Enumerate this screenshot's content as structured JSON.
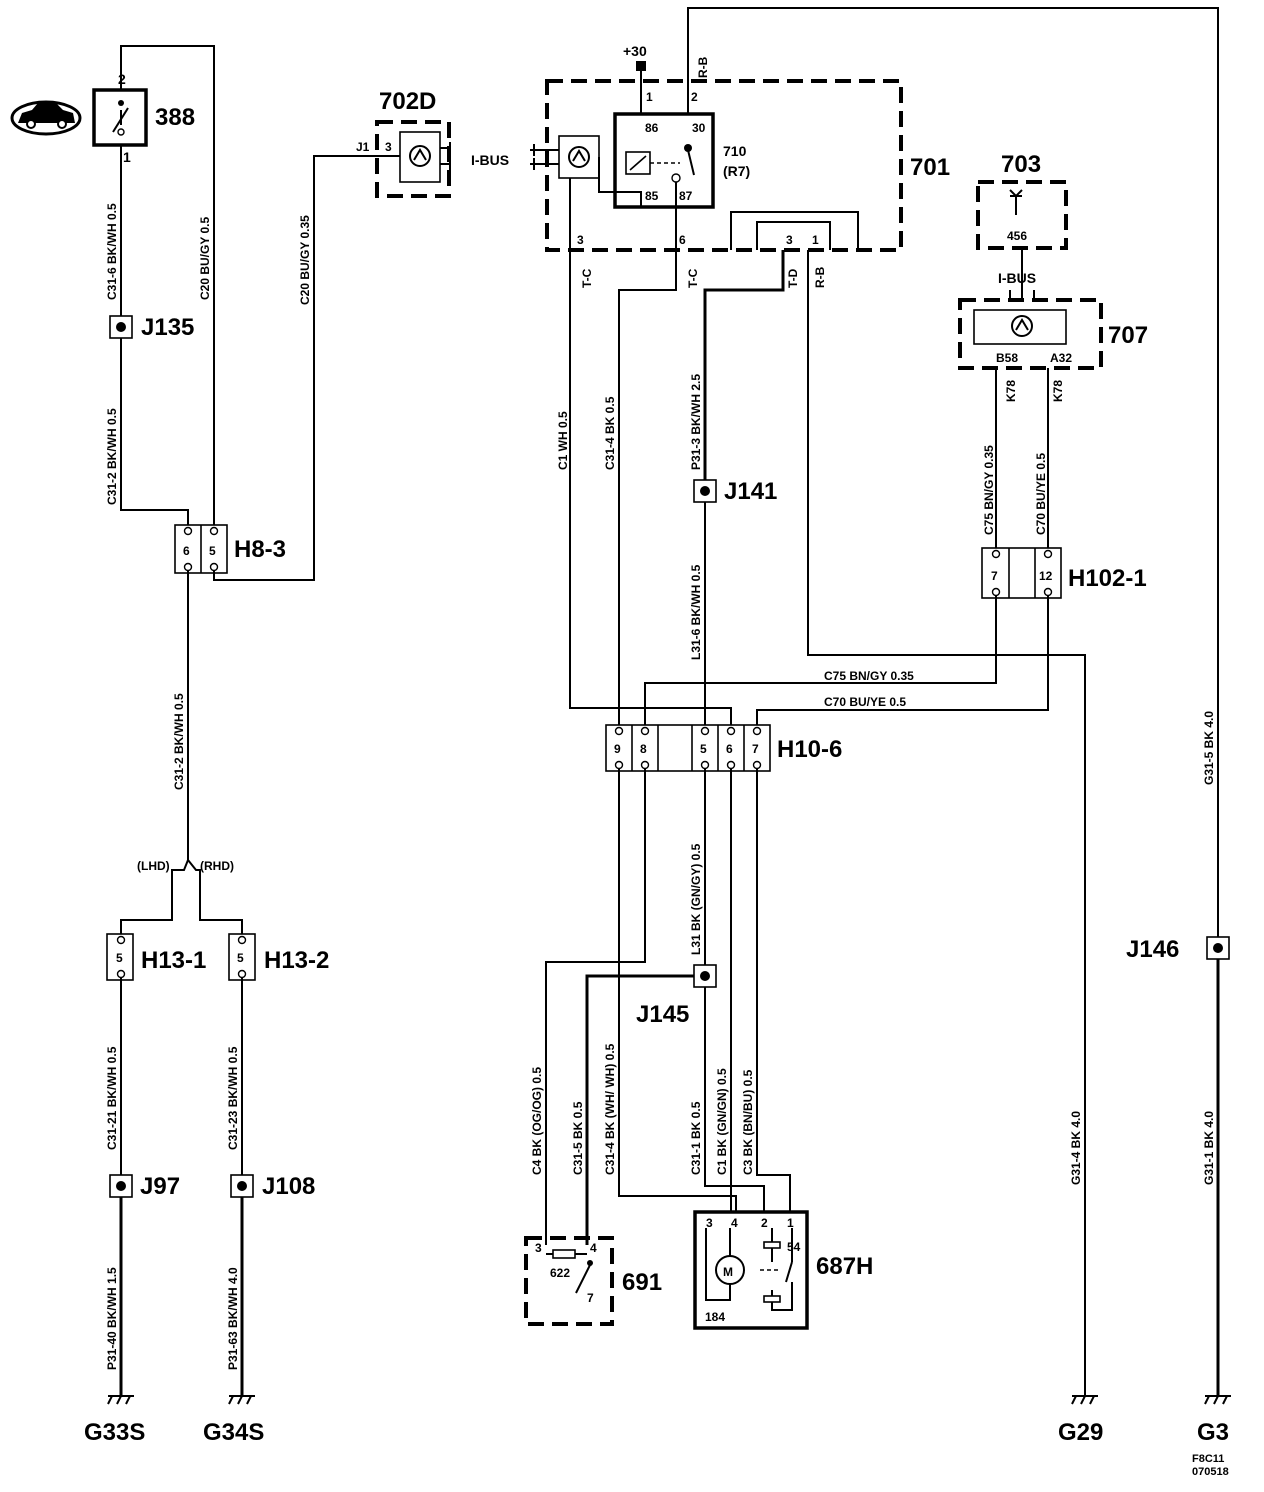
{
  "components": {
    "c388": "388",
    "c702d": "702D",
    "c701": "701",
    "c703": "703",
    "c707": "707",
    "c710": "710",
    "c710_sub": "(R7)",
    "c691": "691",
    "c687h": "687H",
    "c456": "456",
    "c622": "622",
    "c184": "184",
    "c54": "54",
    "motor": "M"
  },
  "connectors": {
    "h8_3": "H8-3",
    "h102_1": "H102-1",
    "h10_6": "H10-6",
    "h13_1": "H13-1",
    "h13_2": "H13-2"
  },
  "junctions": {
    "j135": "J135",
    "j141": "J141",
    "j145": "J145",
    "j146": "J146",
    "j97": "J97",
    "j108": "J108"
  },
  "grounds": {
    "g33s": "G33S",
    "g34s": "G34S",
    "g29": "G29",
    "g3": "G3"
  },
  "labels": {
    "plus30": "+30",
    "rb": "R-B",
    "ibus": "I-BUS",
    "j1": "J1",
    "tc": "T-C",
    "td": "T-D",
    "lhd": "(LHD)",
    "rhd": "(RHD)",
    "b58": "B58",
    "a32": "A32",
    "k78": "K78",
    "footer1": "F8C11",
    "footer2": "070518"
  },
  "pins": {
    "p1": "1",
    "p2": "2",
    "p3": "3",
    "p4": "4",
    "p5": "5",
    "p6": "6",
    "p7": "7",
    "p8": "8",
    "p9": "9",
    "p12": "12",
    "p85": "85",
    "p86": "86",
    "p87": "87",
    "p30": "30"
  },
  "wires": {
    "c31_6": "C31-6  BK/WH  0.5",
    "c20a": "C20  BU/GY  0.5",
    "c20b": "C20  BU/GY  0.35",
    "c31_2a": "C31-2  BK/WH   0.5",
    "c31_2b": "C31-2  BK/WH  0.5",
    "c1": "C1  WH  0.5",
    "c31_4": "C31-4   BK  0.5",
    "p31_3": "P31-3   BK/WH     2.5",
    "l31_6": "L31-6      BK/WH      0.5",
    "c75v": "C75  BN/GY  0.35",
    "c70v": "C70  BU/YE  0.5",
    "c75h": "C75     BN/GY  0.35",
    "c70h": "C70   BU/YE     0.5",
    "l31": "L31  BK  (GN/GY)  0.5",
    "c4": "C4  BK  (OG/OG)  0.5",
    "c31_5": "C31-5   BK  0.5",
    "c31_4b": "C31-4   BK  (WH/ WH)  0.5",
    "c31_1": "C31-1   BK  0.5",
    "c1b": "C1  BK  (GN/GN)  0.5",
    "c3": "C3  BK  (BN/BU)  0.5",
    "c31_21": "C31-21  BK/WH     0.5",
    "c31_23": "C31-23  BK/WH     0.5",
    "p31_40": "P31-40  BK/WH  1.5",
    "p31_63": "P31-63  BK/WH  4.0",
    "g31_4": "G31-4    BK   4.0",
    "g31_5": "G31-5     BK   4.0",
    "g31_1": "G31-1   BK  4.0"
  }
}
